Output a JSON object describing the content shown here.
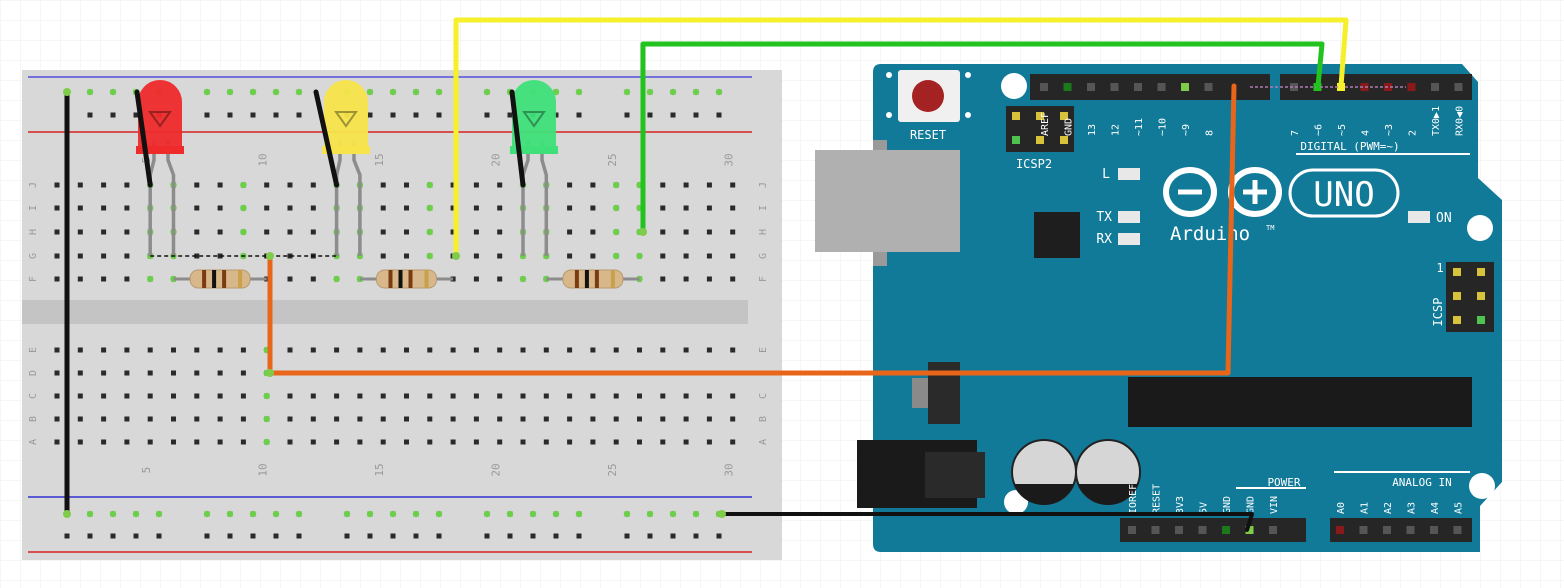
{
  "breadboard": {
    "column_numbers": [
      "5",
      "10",
      "15",
      "20",
      "25",
      "30"
    ],
    "row_letters_top": [
      "J",
      "I",
      "H",
      "G",
      "F"
    ],
    "row_letters_bottom": [
      "E",
      "D",
      "C",
      "B",
      "A"
    ]
  },
  "leds": [
    {
      "name": "red",
      "color": "#ee2a2a",
      "lead": "#8a8a8a"
    },
    {
      "name": "yellow",
      "color": "#f7e44a",
      "lead": "#8a8a8a"
    },
    {
      "name": "green",
      "color": "#3fe07a",
      "lead": "#8a8a8a"
    }
  ],
  "arduino": {
    "reset_label": "RESET",
    "icsp2_label": "ICSP2",
    "icsp_label": "ICSP",
    "icsp_pin1": "1",
    "l_label": "L",
    "tx_label": "TX",
    "rx_label": "RX",
    "on_label": "ON",
    "logo_text": "Arduino",
    "logo_tm": "TM",
    "uno_label": "UNO",
    "digital_label": "DIGITAL (PWM=~)",
    "digital_pins_left": [
      "AREF",
      "GND",
      "13",
      "12",
      "~11",
      "~10",
      "~9",
      "8"
    ],
    "digital_pins_right": [
      "7",
      "~6",
      "~5",
      "4",
      "~3",
      "2",
      "TX0▶1",
      "RX0◀0"
    ],
    "power_label": "POWER",
    "power_pins": [
      "IOREF",
      "RESET",
      "3V3",
      "5V",
      "GND",
      "GND",
      "VIN"
    ],
    "analog_label": "ANALOG IN",
    "analog_pins": [
      "A0",
      "A1",
      "A2",
      "A3",
      "A4",
      "A5"
    ]
  },
  "colors": {
    "board": "#117a98",
    "board_dark": "#0e6882",
    "wire_yellow": "#f5f02a",
    "wire_green": "#22c21f",
    "wire_orange": "#e8651a",
    "wire_black": "#111111",
    "breadboard": "#d9d9d9",
    "rail_red": "#d62020",
    "rail_blue": "#3030d0"
  }
}
